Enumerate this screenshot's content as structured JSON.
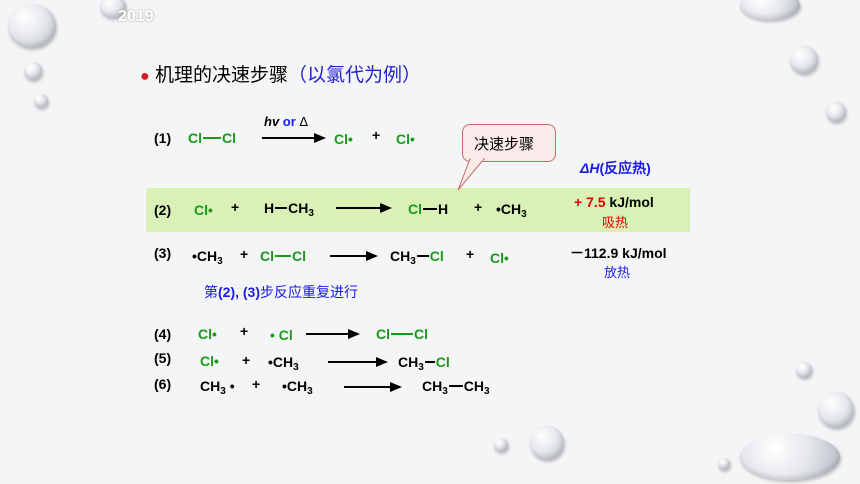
{
  "header": {
    "watermark": "2019",
    "bullet": "●",
    "title": "机理的决速步骤",
    "title_paren": "（以氯代为例）"
  },
  "callout": {
    "text": "决速步骤"
  },
  "dh_label": {
    "delta": "ΔH",
    "paren": "(反应热)"
  },
  "steps": [
    {
      "num": "(1)",
      "cond": "hv",
      "cond_or": "or",
      "cond_delta": "Δ"
    },
    {
      "num": "(2)",
      "dh_val": "+ 7.5",
      "dh_unit": "kJ/mol",
      "dh_word": "吸热"
    },
    {
      "num": "(3)",
      "dh_val": "－112.9",
      "dh_unit": "kJ/mol",
      "dh_word": "放热"
    },
    {
      "num": "(4)"
    },
    {
      "num": "(5)"
    },
    {
      "num": "(6)"
    }
  ],
  "repeat_note": {
    "pre": "第",
    "nums": "(2), (3)",
    "post": "步反应重复进行"
  },
  "chem": {
    "cl": "Cl",
    "cl_rad": "Cl•",
    "rad_cl": "• Cl",
    "h": "H",
    "ch": "CH",
    "three": "3",
    "dot": "•",
    "plus": "+"
  }
}
